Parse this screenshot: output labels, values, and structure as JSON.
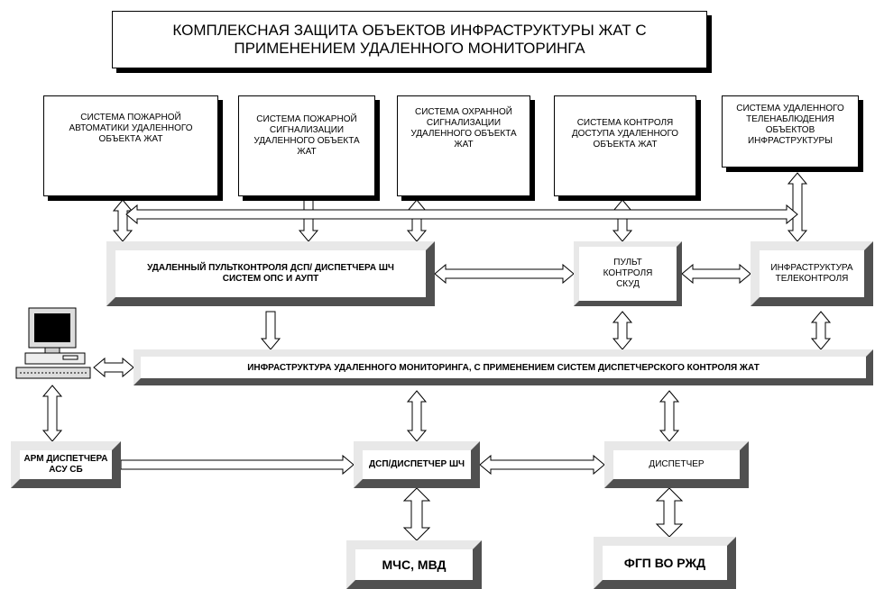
{
  "title": {
    "line1": "КОМПЛЕКСНАЯ ЗАЩИТА ОБЪЕКТОВ ИНФРАСТРУКТУРЫ ЖАТ С",
    "line2": "ПРИМЕНЕНИЕМ УДАЛЕННОГО МОНИТОРИНГА"
  },
  "systems": [
    {
      "lines": [
        "СИСТЕМА ПОЖАРНОЙ",
        "АВТОМАТИКИ УДАЛЕННОГО",
        "ОБЪЕКТА ЖАТ"
      ]
    },
    {
      "lines": [
        "СИСТЕМА ПОЖАРНОЙ",
        "СИГНАЛИЗАЦИИ",
        "УДАЛЕННОГО ОБЪЕКТА",
        "ЖАТ"
      ]
    },
    {
      "lines": [
        "СИСТЕМА ОХРАННОЙ",
        "СИГНАЛИЗАЦИИ",
        "УДАЛЕННОГО ОБЪЕКТА",
        "ЖАТ"
      ]
    },
    {
      "lines": [
        "СИСТЕМА КОНТРОЛЯ",
        "ДОСТУПА УДАЛЕННОГО",
        "ОБЪЕКТА ЖАТ"
      ]
    },
    {
      "lines": [
        "СИСТЕМА УДАЛЕННОГО",
        "ТЕЛЕНАБЛЮДЕНИЯ",
        "ОБЪЕКТОВ",
        "ИНФРАСТРУКТУРЫ"
      ]
    }
  ],
  "remote_panel": {
    "line1": "УДАЛЕННЫЙ ПУЛЬТКОНТРОЛЯ ДСП/  ДИСПЕТЧЕРА ШЧ",
    "line2": "СИСТЕМ  ОПС И АУПТ"
  },
  "skud_panel": {
    "lines": [
      "ПУЛЬТ",
      "КОНТРОЛЯ",
      "СКУД"
    ]
  },
  "telecontrol": {
    "lines": [
      "ИНФРАСТРУКТУРА",
      "ТЕЛЕКОНТРОЛЯ"
    ]
  },
  "monitoring_bar": "ИНФРАСТРУКТУРА  УДАЛЕННОГО МОНИТОРИНГА,  С ПРИМЕНЕНИЕМ   СИСТЕМ   ДИСПЕТЧЕРСКОГО КОНТРОЛЯ ЖАТ",
  "arm": {
    "line1": "АРМ ДИСПЕТЧЕРА",
    "line2": "АСУ СБ"
  },
  "dsp": "ДСП/ДИСПЕТЧЕР ШЧ",
  "dispatcher": "ДИСПЕТЧЕР",
  "mchs": "МЧС, МВД",
  "fgp": "ФГП ВО РЖД"
}
